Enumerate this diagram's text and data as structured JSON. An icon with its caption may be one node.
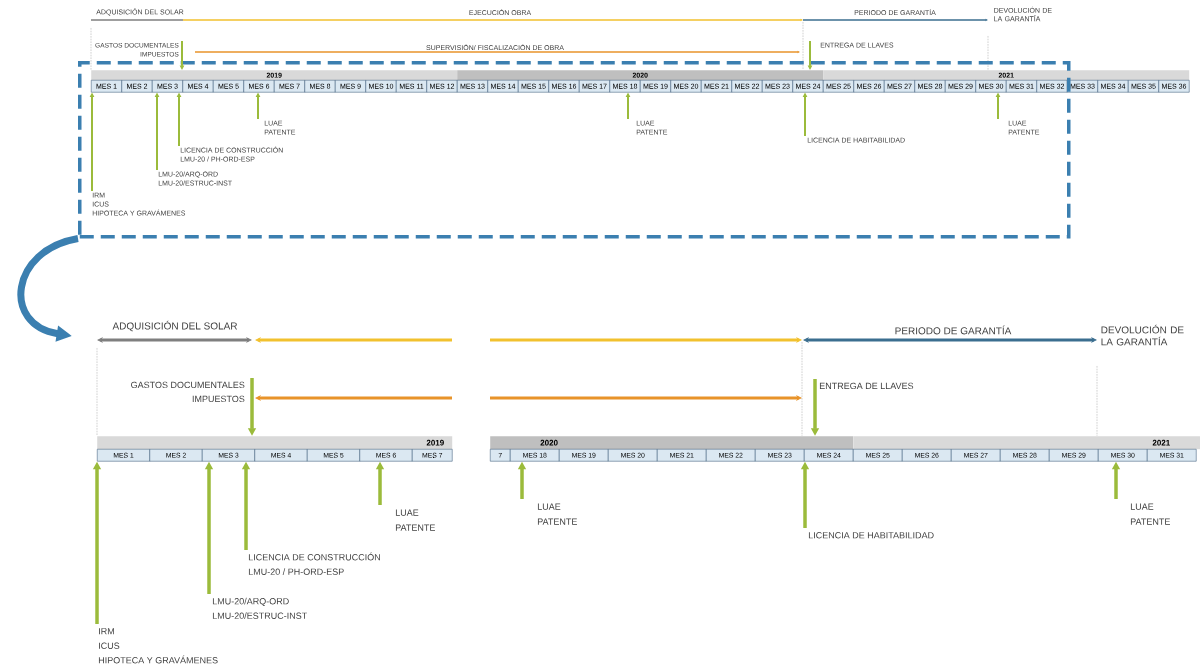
{
  "diagram": {
    "nodes": [
      {
        "text": [],
        "shape": "box"
      },
      {
        "text": [
          "2019"
        ],
        "in": 0
      },
      {
        "text": [
          "2020"
        ],
        "in": 0
      },
      {
        "text": [
          "2021"
        ]
      },
      {
        "text": [
          "MES 1"
        ],
        "in": 0
      },
      {
        "text": [
          "MES 2"
        ],
        "in": 0
      },
      {
        "text": [
          "MES 3"
        ],
        "in": 0
      },
      {
        "text": [
          "MES 4"
        ],
        "in": 0
      },
      {
        "text": [
          "MES 5"
        ],
        "in": 0
      },
      {
        "text": [
          "MES 6"
        ],
        "in": 0
      },
      {
        "text": [
          "MES 7"
        ],
        "in": 0
      },
      {
        "text": [
          "MES 8"
        ],
        "in": 0
      },
      {
        "text": [
          "MES 9"
        ],
        "in": 0
      },
      {
        "text": [
          "MES 10"
        ],
        "in": 0
      },
      {
        "text": [
          "MES 11"
        ],
        "in": 0
      },
      {
        "text": [
          "MES 12"
        ],
        "in": 0
      },
      {
        "text": [
          "MES 13"
        ],
        "in": 0
      },
      {
        "text": [
          "MES 14"
        ],
        "in": 0
      },
      {
        "text": [
          "MES 15"
        ],
        "in": 0
      },
      {
        "text": [
          "MES 16"
        ],
        "in": 0
      },
      {
        "text": [
          "MES 17"
        ],
        "in": 0
      },
      {
        "text": [
          "MES 18"
        ],
        "in": 0
      },
      {
        "text": [
          "MES 19"
        ],
        "in": 0
      },
      {
        "text": [
          "MES 20"
        ],
        "in": 0
      },
      {
        "text": [
          "MES 21"
        ],
        "in": 0
      },
      {
        "text": [
          "MES 22"
        ],
        "in": 0
      },
      {
        "text": [
          "MES 23"
        ],
        "in": 0
      },
      {
        "text": [
          "MES 24"
        ],
        "in": 0
      },
      {
        "text": [
          "MES 25"
        ],
        "in": 0
      },
      {
        "text": [
          "MES 26"
        ],
        "in": 0
      },
      {
        "text": [
          "MES 27"
        ],
        "in": 0
      },
      {
        "text": [
          "MES 28"
        ],
        "in": 0
      },
      {
        "text": [
          "MES 29"
        ],
        "in": 0
      },
      {
        "text": [
          "MES 30"
        ],
        "in": 0
      },
      {
        "text": [
          "MES 31"
        ],
        "in": 0
      },
      {
        "text": [
          "MES 32"
        ],
        "in": 0
      },
      {
        "text": [
          "MES 33"
        ]
      },
      {
        "text": [
          "MES 34"
        ]
      },
      {
        "text": [
          "MES 35"
        ]
      },
      {
        "text": [
          "MES 36"
        ]
      },
      {
        "text": [
          "GASTOS DOCUMENTALES",
          "IMPUESTOS"
        ]
      },
      {
        "text": [
          "ENTREGA DE LLAVES"
        ]
      },
      {
        "text": [
          "IRM",
          "ICUS",
          "HIPOTECA Y GRAVÁMENES"
        ],
        "in": 0
      },
      {
        "text": [
          "LMU-20/ARQ-ORD",
          "LMU-20/ESTRUC-INST"
        ],
        "in": 0
      },
      {
        "text": [
          "LICENCIA DE CONSTRUCCIÓN",
          "LMU-20 / PH-ORD-ESP"
        ],
        "in": 0
      },
      {
        "text": [
          "LUAE",
          "PATENTE"
        ],
        "in": 0
      },
      {
        "text": [
          "LUAE",
          "PATENTE"
        ],
        "in": 0
      },
      {
        "text": [
          "LICENCIA DE HABITABILIDAD"
        ],
        "in": 0
      },
      {
        "text": [
          "LUAE",
          "PATENTE"
        ],
        "in": 0
      },
      {
        "text": [
          "2019"
        ]
      },
      {
        "text": [
          "MES 1"
        ]
      },
      {
        "text": [
          "MES 2"
        ]
      },
      {
        "text": [
          "MES 3"
        ]
      },
      {
        "text": [
          "MES 4"
        ]
      },
      {
        "text": [
          "MES 5"
        ]
      },
      {
        "text": [
          "MES 6"
        ]
      },
      {
        "text": [
          "MES 7"
        ]
      },
      {
        "text": [
          "2020"
        ]
      },
      {
        "text": [
          "2021"
        ]
      },
      {
        "text": [
          "7"
        ]
      },
      {
        "text": [
          "MES 18"
        ]
      },
      {
        "text": [
          "MES 19"
        ]
      },
      {
        "text": [
          "MES 20"
        ]
      },
      {
        "text": [
          "MES 21"
        ]
      },
      {
        "text": [
          "MES 22"
        ]
      },
      {
        "text": [
          "MES 23"
        ]
      },
      {
        "text": [
          "MES 24"
        ]
      },
      {
        "text": [
          "MES 25"
        ]
      },
      {
        "text": [
          "MES 26"
        ]
      },
      {
        "text": [
          "MES 27"
        ]
      },
      {
        "text": [
          "MES 28"
        ]
      },
      {
        "text": [
          "MES 29"
        ]
      },
      {
        "text": [
          "MES 30"
        ]
      },
      {
        "text": [
          "MES 31"
        ]
      },
      {
        "text": [
          "GASTOS DOCUMENTALES",
          "IMPUESTOS"
        ]
      },
      {
        "text": [
          "ENTREGA DE LLAVES"
        ]
      },
      {
        "text": [
          "IRM",
          "ICUS",
          "HIPOTECA Y GRAVÁMENES"
        ]
      },
      {
        "text": [
          "LMU-20/ARQ-ORD",
          "LMU-20/ESTRUC-INST"
        ]
      },
      {
        "text": [
          "LICENCIA DE CONSTRUCCIÓN",
          "LMU-20 / PH-ORD-ESP"
        ]
      },
      {
        "text": [
          "LUAE",
          "PATENTE"
        ]
      },
      {
        "text": [
          "LUAE",
          "PATENTE"
        ]
      },
      {
        "text": [
          "LICENCIA DE HABITABILIDAD"
        ]
      },
      {
        "text": [
          "LUAE",
          "PATENTE"
        ]
      }
    ],
    "edges": [
      {
        "from": 40,
        "to": 1,
        "arrow": "to"
      },
      {
        "from": 41,
        "to": 2,
        "arrow": "to"
      },
      {
        "from": 42,
        "to": 4,
        "arrow": "to"
      },
      {
        "from": 43,
        "to": 6,
        "arrow": "to"
      },
      {
        "from": 44,
        "to": 6,
        "arrow": "to"
      },
      {
        "from": 45,
        "to": 9,
        "arrow": "to"
      },
      {
        "from": 46,
        "to": 21,
        "arrow": "to"
      },
      {
        "from": 47,
        "to": 27,
        "arrow": "to"
      },
      {
        "from": 48,
        "to": 33,
        "arrow": "to"
      },
      {
        "from": 0,
        "to": null,
        "arrow": "to",
        "style": "thick",
        "color": "#3b7fb0"
      },
      {
        "from": 74,
        "to": 49,
        "arrow": "to"
      },
      {
        "from": 75,
        "to": 57,
        "arrow": "to"
      },
      {
        "from": 76,
        "to": 50,
        "arrow": "to"
      },
      {
        "from": 77,
        "to": 52,
        "arrow": "to"
      },
      {
        "from": 78,
        "to": 52,
        "arrow": "to"
      },
      {
        "from": 79,
        "to": 55,
        "arrow": "to"
      },
      {
        "from": 80,
        "to": 60,
        "arrow": "to"
      },
      {
        "from": 81,
        "to": 66,
        "arrow": "to"
      },
      {
        "from": 82,
        "to": 72,
        "arrow": "to"
      }
    ],
    "labels": [
      "ADQUISICIÓN DEL SOLAR",
      "EJECUCIÓN OBRA",
      "PERIODO DE GARANTÍA",
      "DEVOLUCIÓN DE LA GARANTÍA",
      "SUPERVISIÓN/ FISCALIZACIÓN DE OBRA",
      "ADQUISICIÓN DEL SOLAR",
      "PERIODO DE GARANTÍA",
      "DEVOLUCIÓN DE LA GARANTÍA"
    ]
  }
}
